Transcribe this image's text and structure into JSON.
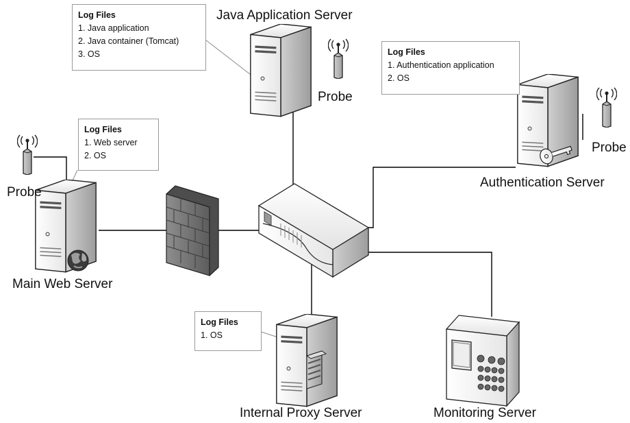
{
  "servers": {
    "java": {
      "label": "Java Application Server",
      "probe": "Probe",
      "log": {
        "title": "Log Files",
        "lines": [
          "1. Java application",
          "2. Java container (Tomcat)",
          "3. OS"
        ]
      }
    },
    "auth": {
      "label": "Authentication Server",
      "probe": "Probe",
      "log": {
        "title": "Log Files",
        "lines": [
          "1. Authentication application",
          "2. OS"
        ]
      }
    },
    "web": {
      "label": "Main Web Server",
      "probe": "Probe",
      "log": {
        "title": "Log Files",
        "lines": [
          "1. Web server",
          "2. OS"
        ]
      }
    },
    "proxy": {
      "label": "Internal Proxy Server",
      "log": {
        "title": "Log Files",
        "lines": [
          "1. OS"
        ]
      }
    },
    "monitor": {
      "label": "Monitoring Server"
    }
  },
  "nodes": [
    "firewall",
    "network-switch"
  ],
  "colors": {
    "line": "#000000",
    "note_border": "#9a9a9a",
    "device_fill": "#f2f2f2",
    "device_stroke": "#222222"
  }
}
